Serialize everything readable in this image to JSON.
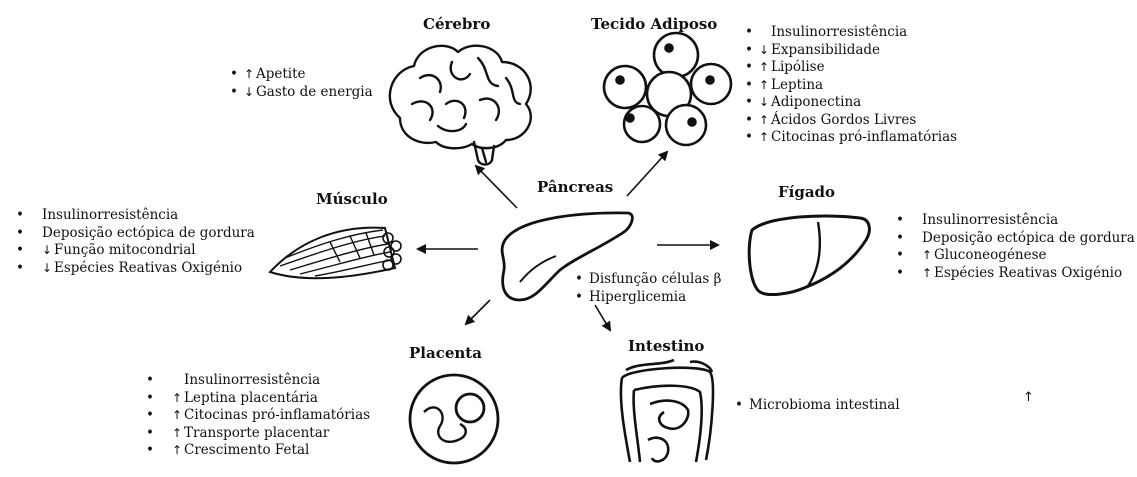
{
  "pancreas": {
    "title": "Pâncreas",
    "items": [
      {
        "text": "Disfunção células β"
      },
      {
        "text": "Hiperglicemia"
      }
    ]
  },
  "brain": {
    "title": "Cérebro",
    "items": [
      {
        "arrow": "↑",
        "text": "Apetite"
      },
      {
        "arrow": "↓",
        "text": "Gasto de energia"
      }
    ]
  },
  "adipose": {
    "title": "Tecido Adiposo",
    "items": [
      {
        "arrow": "",
        "text": "Insulinorresistência"
      },
      {
        "arrow": "↓",
        "text": "Expansibilidade"
      },
      {
        "arrow": "↑",
        "text": "Lipólise"
      },
      {
        "arrow": "↑",
        "text": "Leptina"
      },
      {
        "arrow": "↓",
        "text": "Adiponectina"
      },
      {
        "arrow": "↑",
        "text": "Ácidos Gordos Livres"
      },
      {
        "arrow": "↑",
        "text": "Citocinas pró-inflamatórias"
      }
    ]
  },
  "muscle": {
    "title": "Músculo",
    "items": [
      {
        "arrow": "",
        "text": "Insulinorresistência"
      },
      {
        "arrow": "",
        "text": "Deposição ectópica de gordura"
      },
      {
        "arrow": "↓",
        "text": "Função mitocondrial"
      },
      {
        "arrow": "↓",
        "text": "Espécies Reativas Oxigénio"
      }
    ]
  },
  "liver": {
    "title": "Fígado",
    "items": [
      {
        "arrow": "",
        "text": "Insulinorresistência"
      },
      {
        "arrow": "",
        "text": "Deposição ectópica de gordura"
      },
      {
        "arrow": "↑",
        "text": "Gluconeogénese"
      },
      {
        "arrow": "↑",
        "text": "Espécies Reativas Oxigénio"
      }
    ]
  },
  "placenta": {
    "title": "Placenta",
    "items": [
      {
        "arrow": "",
        "text": "Insulinorresistência"
      },
      {
        "arrow": "↑",
        "text": "Leptina placentária"
      },
      {
        "arrow": "↑",
        "text": "Citocinas pró-inflamatórias"
      },
      {
        "arrow": "↑",
        "text": "Transporte placentar"
      },
      {
        "arrow": "↑",
        "text": "Crescimento Fetal"
      }
    ]
  },
  "intestine": {
    "title": "Intestino",
    "items": [
      {
        "text": "Microbioma intestinal"
      }
    ],
    "stray_arrow": "↑"
  },
  "bullet": "•"
}
